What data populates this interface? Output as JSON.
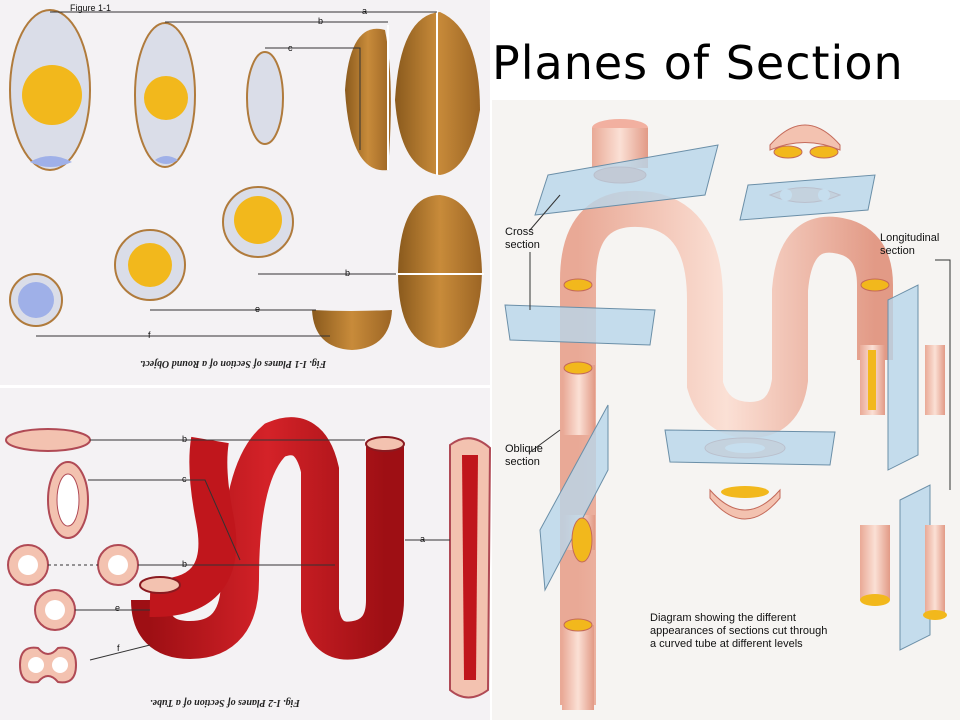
{
  "title": "Planes of Section",
  "figure_round": {
    "header": "Figure 1-1",
    "caption": "Fig. I-1   Planes of Section of a Round Object.",
    "plane_labels": [
      "a",
      "b",
      "c",
      "b",
      "e",
      "f"
    ]
  },
  "figure_tube": {
    "caption": "Fig. I-2   Planes of Section of a Tube.",
    "plane_labels": [
      "b",
      "c",
      "b",
      "e",
      "f",
      "a"
    ]
  },
  "figure_curved": {
    "labels": {
      "cross": "Cross\nsection",
      "oblique": "Oblique\nsection",
      "longitudinal": "Longitudinal\nsection"
    },
    "caption": "Diagram showing the different\nappearances of sections cut through\na curved tube at different levels"
  },
  "colors": {
    "egg_shell": "#c0822f",
    "egg_white": "#dadde8",
    "yolk": "#f2b81c",
    "blue": "#9fb0e8",
    "tube_red": "#c0161c",
    "tube_pink": "#f3c2b0",
    "plane_blue": "#b8d6ea"
  }
}
